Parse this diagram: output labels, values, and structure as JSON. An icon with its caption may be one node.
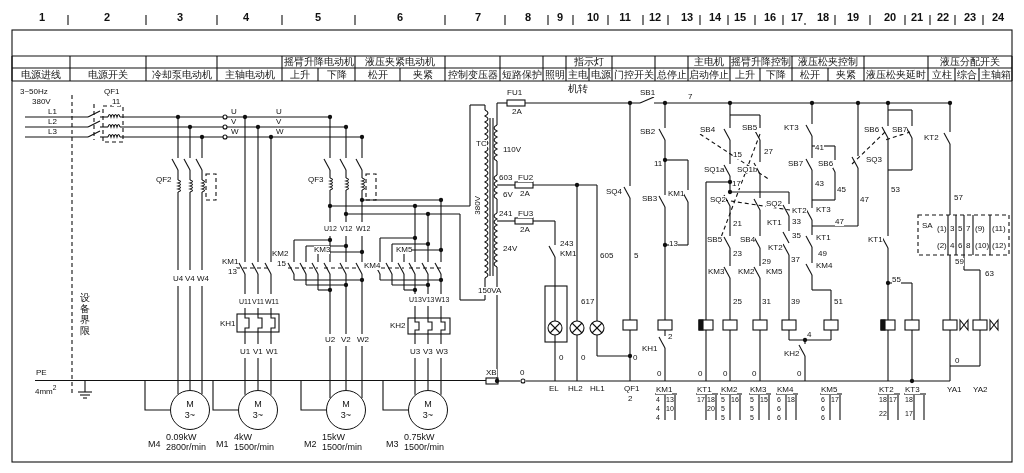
{
  "diagram": {
    "nodes": [
      {
        "text": [
          "M",
          "3~"
        ],
        "beside": [
          "M4",
          "0.09kW",
          "2800r/min"
        ]
      },
      {
        "text": [
          "M",
          "3~"
        ],
        "beside": [
          "M1",
          "4kW",
          "1500r/min"
        ]
      },
      {
        "text": [
          "M",
          "3~"
        ],
        "beside": [
          "M2",
          "15kW",
          "1500r/min"
        ]
      },
      {
        "text": [
          "M",
          "3~"
        ],
        "beside": [
          "M3",
          "0.75kW",
          "1500r/min"
        ]
      },
      {
        "text": [
          "PE"
        ],
        "beside": [
          "4mm$^{2}$"
        ]
      }
    ],
    "edges": [
      {
        "from": 4,
        "to": 0,
        "arrow": "none"
      },
      {
        "from": 4,
        "to": 1,
        "arrow": "none"
      },
      {
        "from": 4,
        "to": 2,
        "arrow": "none"
      },
      {
        "from": 4,
        "to": 3,
        "arrow": "none"
      }
    ],
    "labels": [
      "1",
      "2",
      "3",
      "4",
      "5",
      "6",
      "7",
      "8",
      "9",
      "10",
      "11",
      "12",
      "13",
      "14",
      "15",
      "16",
      "17",
      "18",
      "19",
      "20",
      "21",
      "22",
      "23",
      "24",
      "摇臂升降电动机",
      "液压夹紧电动机",
      "指示灯",
      "主电机",
      "摇臂升降控制",
      "液压松夹控制",
      "液压分配开关",
      "电源进线",
      "电源开关",
      "冷却泵电动机",
      "主轴电动机",
      "上升",
      "下降",
      "松开",
      "夹紧",
      "控制变压器",
      "短路保护",
      "照明",
      "主电",
      "电源",
      "门控开关",
      "总停止",
      "启动停止",
      "上升",
      "下降",
      "松开",
      "夹紧",
      "液压松夹延时",
      "立柱",
      "综合",
      "主轴箱",
      "机转",
      "3~50Hz",
      "380V",
      "L1",
      "L2",
      "L3",
      "QF1",
      "11",
      "U",
      "V",
      "W",
      "U",
      "V",
      "W",
      "QF2",
      "QF3",
      "U4",
      "V4",
      "W4",
      "U12",
      "V12",
      "W12",
      "KM1",
      "13",
      "KM2",
      "15",
      "KM3",
      "KM4",
      "KM5",
      "U11",
      "V11",
      "W11",
      "KH1",
      "U1",
      "V1",
      "W1",
      "U2",
      "V2",
      "W2",
      "U13",
      "V13",
      "W13",
      "KH2",
      "U3",
      "V3",
      "W3",
      "设备界限",
      "TC",
      "380V",
      "110V",
      "6V",
      "24V",
      "150VA",
      "FU1",
      "2A",
      "603",
      "FU2",
      "2A",
      "241",
      "FU3",
      "2A",
      "243",
      "KM1",
      "605",
      "617",
      "0",
      "0",
      "0",
      "XB",
      "0",
      "EL",
      "HL2",
      "HL1",
      "QF1",
      "2",
      "SB1",
      "7",
      "SB2",
      "11",
      "SQ4",
      "5",
      "SB3",
      "KM1",
      "13",
      "SB4",
      "SB5",
      "15",
      "27",
      "SQ1a",
      "SQ1b",
      "17",
      "SQ2",
      "SQ2",
      "KT2",
      "21",
      "KT1",
      "33",
      "35",
      "SB5",
      "SB4",
      "KT2",
      "23",
      "29",
      "37",
      "KM3",
      "KM2",
      "KM5",
      "KT3",
      "41",
      "SB7",
      "SB6",
      "43",
      "45",
      "SQ3",
      "47",
      "KT3",
      "47",
      "KT1",
      "49",
      "KM4",
      "SB6",
      "SB7",
      "53",
      "KT1",
      "55",
      "KT2",
      "57",
      "SA",
      "(1)",
      "3",
      "5",
      "7",
      "(9)",
      "(11)",
      "(2)",
      "4",
      "6",
      "8",
      "(10)",
      "(12)",
      "59",
      "63",
      "0",
      "0",
      "0",
      "0",
      "0",
      "0",
      "KH1",
      "2",
      "25",
      "31",
      "39",
      "51",
      "4",
      "KH2",
      "KM1",
      "KT1",
      "KM2",
      "KM3",
      "KM4",
      "KM5",
      "KT2",
      "KT3",
      "YA1",
      "YA2",
      "4",
      "13",
      "4",
      "10",
      "4",
      "17",
      "18",
      "20",
      "5",
      "16",
      "5",
      "5",
      "5",
      "15",
      "5",
      "5",
      "6",
      "18",
      "6",
      "6",
      "6",
      "17",
      "6",
      "6",
      "18",
      "17",
      "22",
      "18",
      "17"
    ]
  }
}
